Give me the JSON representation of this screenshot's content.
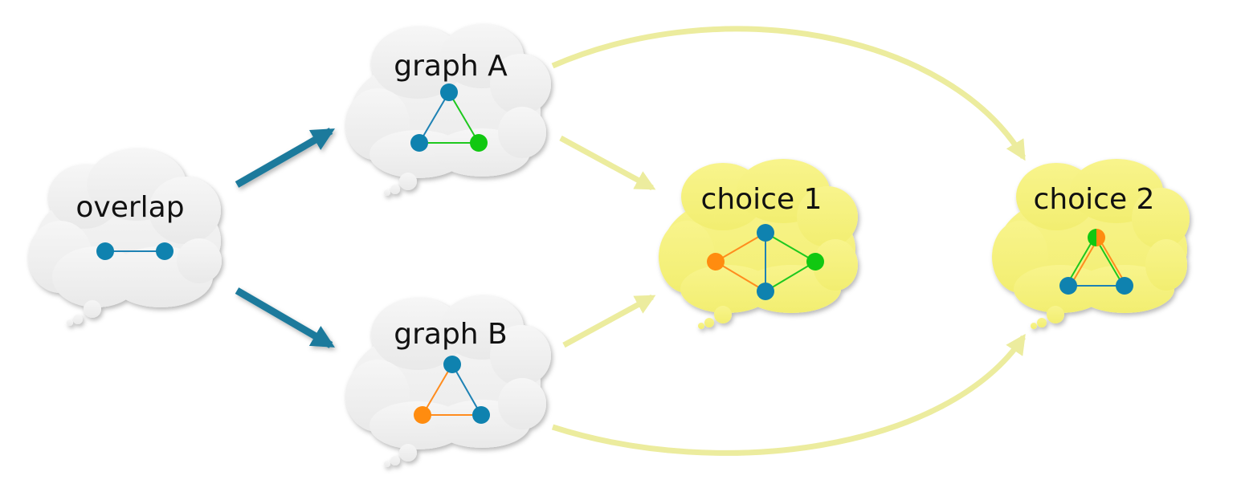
{
  "colors": {
    "cloud_gray": "#f0f0f0",
    "cloud_yellow": "#f7f27e",
    "node_blue": "#0f82af",
    "node_green": "#11c811",
    "node_orange": "#ff8c0f",
    "edge_blue": "#1e82b4",
    "edge_green": "#1ec81e",
    "edge_orange": "#ff8c1e",
    "arrow_blue": "#1b7a9c",
    "arrow_yellow": "#ecec9e"
  },
  "clouds": {
    "overlap": {
      "label": "overlap",
      "style": "gray"
    },
    "graph_a": {
      "label": "graph A",
      "style": "gray"
    },
    "graph_b": {
      "label": "graph B",
      "style": "gray"
    },
    "choice_1": {
      "label": "choice 1",
      "style": "yellow"
    },
    "choice_2": {
      "label": "choice 2",
      "style": "yellow"
    }
  },
  "graphs": {
    "overlap": {
      "nodes": [
        "blue",
        "blue"
      ],
      "edges": [
        [
          "blue"
        ]
      ]
    },
    "graph_a": {
      "nodes": [
        "blue",
        "blue",
        "green"
      ],
      "edges": [
        [
          "blue"
        ],
        [
          "green"
        ],
        [
          "green"
        ]
      ]
    },
    "graph_b": {
      "nodes": [
        "blue",
        "orange",
        "blue"
      ],
      "edges": [
        [
          "orange"
        ],
        [
          "orange"
        ],
        [
          "blue"
        ]
      ]
    },
    "choice_1": {
      "nodes": [
        "blue",
        "orange",
        "green",
        "blue"
      ],
      "edges": [
        [
          "orange"
        ],
        [
          "green"
        ],
        [
          "blue"
        ],
        [
          "orange"
        ],
        [
          "green"
        ]
      ]
    },
    "choice_2": {
      "nodes": [
        "green+orange",
        "blue",
        "blue"
      ],
      "edges": [
        [
          "green",
          "orange"
        ],
        [
          "green",
          "orange"
        ],
        [
          "blue"
        ]
      ]
    }
  },
  "arrows": [
    {
      "from": "overlap",
      "to": "graph_a",
      "style": "blue"
    },
    {
      "from": "overlap",
      "to": "graph_b",
      "style": "blue"
    },
    {
      "from": "graph_a",
      "to": "choice_1",
      "style": "yellow"
    },
    {
      "from": "graph_b",
      "to": "choice_1",
      "style": "yellow"
    },
    {
      "from": "graph_a",
      "to": "choice_2",
      "style": "yellow"
    },
    {
      "from": "graph_b",
      "to": "choice_2",
      "style": "yellow"
    }
  ]
}
